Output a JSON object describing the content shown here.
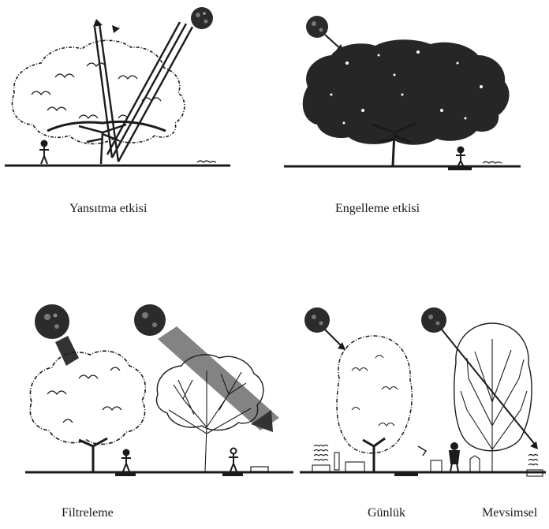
{
  "panels": {
    "reflection": {
      "caption": "Yansıtma etkisi"
    },
    "blocking": {
      "caption": "Engelleme etkisi"
    },
    "filtering": {
      "caption": "Filtreleme"
    },
    "daily": {
      "caption": "Günlük"
    },
    "seasonal": {
      "caption": "Mevsimsel"
    }
  },
  "colors": {
    "ink": "#1b1b1b",
    "sun": "#2b2b2b",
    "canopy_dense": "#262626"
  }
}
